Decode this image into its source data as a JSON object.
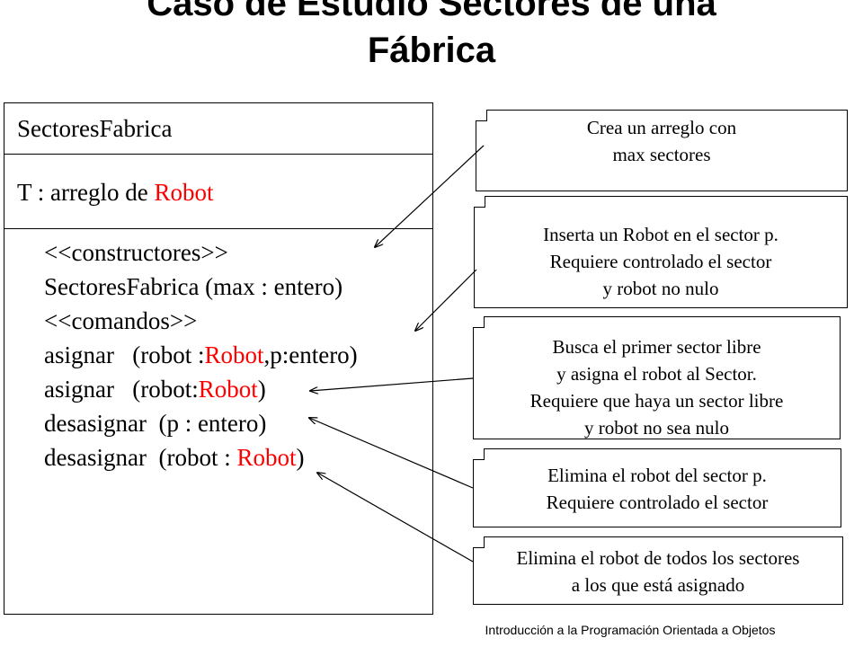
{
  "title": {
    "line1": "Caso de Estudio Sectores de una",
    "line2": "Fábrica"
  },
  "class_box": {
    "name": "SectoresFabrica",
    "attribute": {
      "text": "T : arreglo de ",
      "type": "Robot"
    },
    "operations": [
      {
        "parts": [
          {
            "text": "<<constructores>>",
            "red": false
          }
        ]
      },
      {
        "parts": [
          {
            "text": "SectoresFabrica (max : entero)",
            "red": false
          }
        ]
      },
      {
        "parts": [
          {
            "text": "<<comandos>>",
            "red": false
          }
        ]
      },
      {
        "parts": [
          {
            "text": "asignar   (robot :",
            "red": false
          },
          {
            "text": "Robot",
            "red": true
          },
          {
            "text": ",p:entero)",
            "red": false
          }
        ]
      },
      {
        "parts": [
          {
            "text": "asignar   (robot:",
            "red": false
          },
          {
            "text": "Robot",
            "red": true
          },
          {
            "text": ")",
            "red": false
          }
        ]
      },
      {
        "parts": [
          {
            "text": "desasignar  (p : entero)",
            "red": false
          }
        ]
      },
      {
        "parts": [
          {
            "text": "desasignar  (robot : ",
            "red": false
          },
          {
            "text": "Robot",
            "red": true
          },
          {
            "text": ")",
            "red": false
          }
        ]
      }
    ]
  },
  "notes": [
    {
      "lines": [
        "Crea un arreglo con",
        "max sectores"
      ]
    },
    {
      "lines": [
        "Inserta un Robot en el sector p.",
        "Requiere controlado el sector",
        "y robot no nulo"
      ]
    },
    {
      "lines": [
        "Busca el primer sector libre",
        "y asigna el robot al Sector.",
        "Requiere que haya un sector libre",
        "y robot no sea nulo"
      ]
    },
    {
      "lines": [
        "Elimina el robot del sector p.",
        "Requiere controlado el sector"
      ]
    },
    {
      "lines": [
        "Elimina el robot de todos los sectores",
        "a los que está asignado"
      ]
    }
  ],
  "footer": "Introducción a la Programación Orientada a Objetos",
  "colors": {
    "highlight": "#ff0000",
    "line": "#000000"
  }
}
